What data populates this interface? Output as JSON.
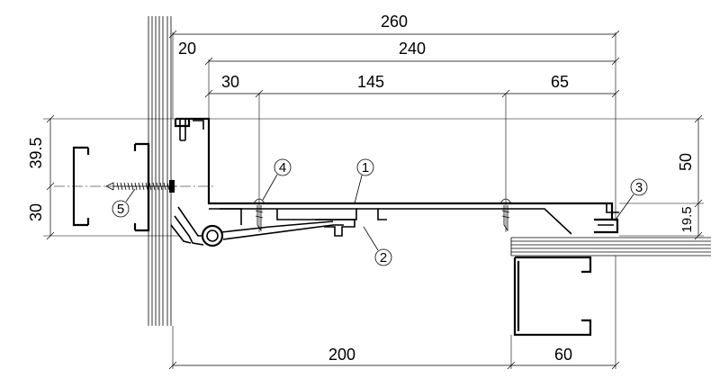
{
  "dimensions": {
    "top": {
      "overall": "260",
      "left_gap": "20",
      "frame": "240"
    },
    "mid": {
      "a": "30",
      "b": "145",
      "c": "65"
    },
    "bottom": {
      "a": "200",
      "b": "60"
    },
    "left": {
      "upper": "39.5",
      "lower": "30"
    },
    "right": {
      "upper": "50",
      "lower": "19.5"
    }
  },
  "callouts": [
    {
      "id": "1",
      "glyph": "①"
    },
    {
      "id": "2",
      "glyph": "②"
    },
    {
      "id": "3",
      "glyph": "③"
    },
    {
      "id": "4",
      "glyph": "④"
    },
    {
      "id": "5",
      "glyph": "⑤"
    }
  ]
}
